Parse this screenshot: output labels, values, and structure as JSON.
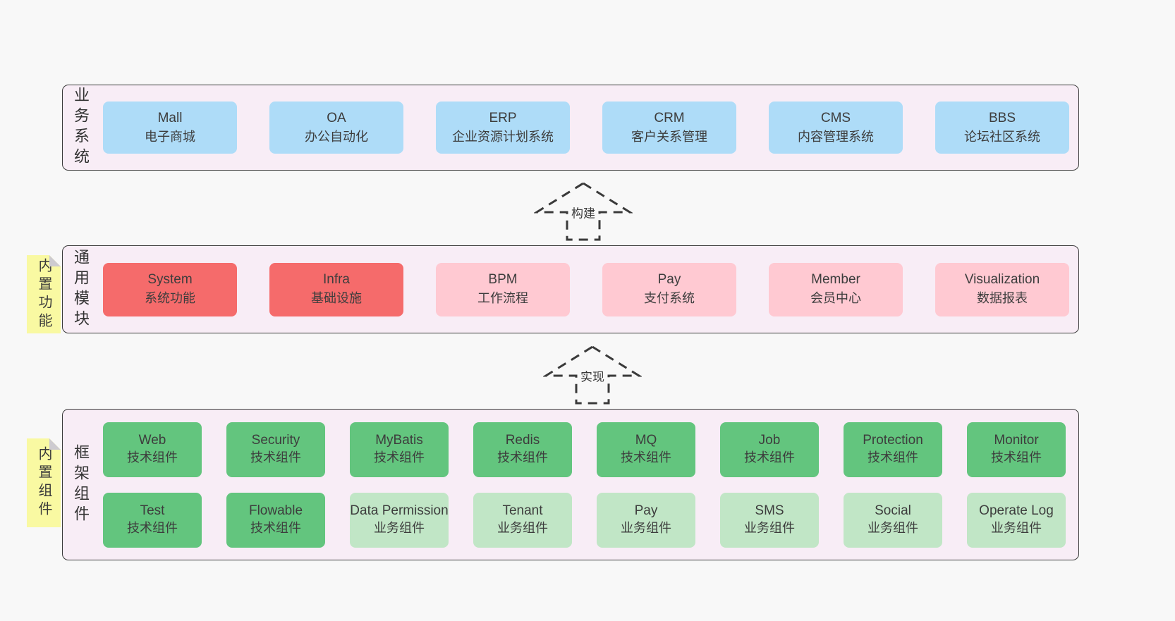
{
  "arrows": {
    "build": {
      "label": "构建"
    },
    "implement": {
      "label": "实现"
    }
  },
  "colors": {
    "page_bg": "#f8f8f8",
    "panel_bg": "#f8edf6",
    "panel_border": "#3a3a3a",
    "blue_box": "#aedcf8",
    "red_box": "#f56b6b",
    "pink_box": "#ffc9d2",
    "green_box": "#63c57e",
    "light_green_box": "#c1e6c6",
    "sticky_yellow": "#f9f9a2",
    "sticky_fold_gray": "#cdcbd0"
  },
  "panels": {
    "business": {
      "side_label": "业务系统",
      "boxes": [
        {
          "name": "Mall",
          "desc": "电子商城",
          "variant": "blue"
        },
        {
          "name": "OA",
          "desc": "办公自动化",
          "variant": "blue"
        },
        {
          "name": "ERP",
          "desc": "企业资源计划系统",
          "variant": "blue"
        },
        {
          "name": "CRM",
          "desc": "客户关系管理",
          "variant": "blue"
        },
        {
          "name": "CMS",
          "desc": "内容管理系统",
          "variant": "blue"
        },
        {
          "name": "BBS",
          "desc": "论坛社区系统",
          "variant": "blue"
        }
      ]
    },
    "modules": {
      "side_label": "通用模块",
      "sticky_label": "内置功能",
      "boxes": [
        {
          "name": "System",
          "desc": "系统功能",
          "variant": "red"
        },
        {
          "name": "Infra",
          "desc": "基础设施",
          "variant": "red"
        },
        {
          "name": "BPM",
          "desc": "工作流程",
          "variant": "pink"
        },
        {
          "name": "Pay",
          "desc": "支付系统",
          "variant": "pink"
        },
        {
          "name": "Member",
          "desc": "会员中心",
          "variant": "pink"
        },
        {
          "name": "Visualization",
          "desc": "数据报表",
          "variant": "pink"
        }
      ]
    },
    "components": {
      "side_label": "框架组件",
      "sticky_label": "内置组件",
      "rows": [
        [
          {
            "name": "Web",
            "desc": "技术组件",
            "variant": "green"
          },
          {
            "name": "Security",
            "desc": "技术组件",
            "variant": "green"
          },
          {
            "name": "MyBatis",
            "desc": "技术组件",
            "variant": "green"
          },
          {
            "name": "Redis",
            "desc": "技术组件",
            "variant": "green"
          },
          {
            "name": "MQ",
            "desc": "技术组件",
            "variant": "green"
          },
          {
            "name": "Job",
            "desc": "技术组件",
            "variant": "green"
          },
          {
            "name": "Protection",
            "desc": "技术组件",
            "variant": "green"
          },
          {
            "name": "Monitor",
            "desc": "技术组件",
            "variant": "green"
          }
        ],
        [
          {
            "name": "Test",
            "desc": "技术组件",
            "variant": "green"
          },
          {
            "name": "Flowable",
            "desc": "技术组件",
            "variant": "green"
          },
          {
            "name": "Data Permission",
            "desc": "业务组件",
            "variant": "lightgreen"
          },
          {
            "name": "Tenant",
            "desc": "业务组件",
            "variant": "lightgreen"
          },
          {
            "name": "Pay",
            "desc": "业务组件",
            "variant": "lightgreen"
          },
          {
            "name": "SMS",
            "desc": "业务组件",
            "variant": "lightgreen"
          },
          {
            "name": "Social",
            "desc": "业务组件",
            "variant": "lightgreen"
          },
          {
            "name": "Operate Log",
            "desc": "业务组件",
            "variant": "lightgreen"
          }
        ]
      ]
    }
  }
}
